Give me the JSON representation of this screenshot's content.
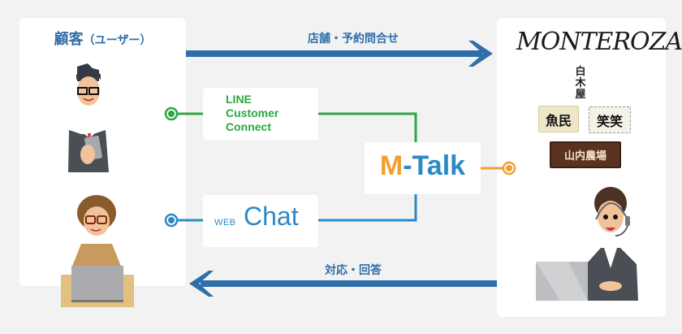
{
  "customer_panel": {
    "title": "顧客",
    "title_sub": "（ユーザー）"
  },
  "arrows": {
    "top_label": "店舗・予約問合せ",
    "bottom_label": "対応・回答"
  },
  "channels": {
    "line": {
      "line1": "LINE",
      "line2": "Customer",
      "line3": "Connect",
      "color": "#2aa842"
    },
    "web_chat": {
      "prefix": "WEB",
      "label": "Chat",
      "color": "#2b8ac4"
    },
    "hub": {
      "prefix": "M",
      "rest": "-Talk",
      "prefix_color": "#f0a030",
      "rest_color": "#2b8ac4"
    }
  },
  "company_panel": {
    "brand": "MONTEROZA",
    "stores": [
      "白木屋",
      "魚民",
      "笑笑",
      "山内農場"
    ]
  },
  "colors": {
    "arrow": "#2f6ea9",
    "background": "#f2f2f2",
    "panel": "#ffffff"
  }
}
